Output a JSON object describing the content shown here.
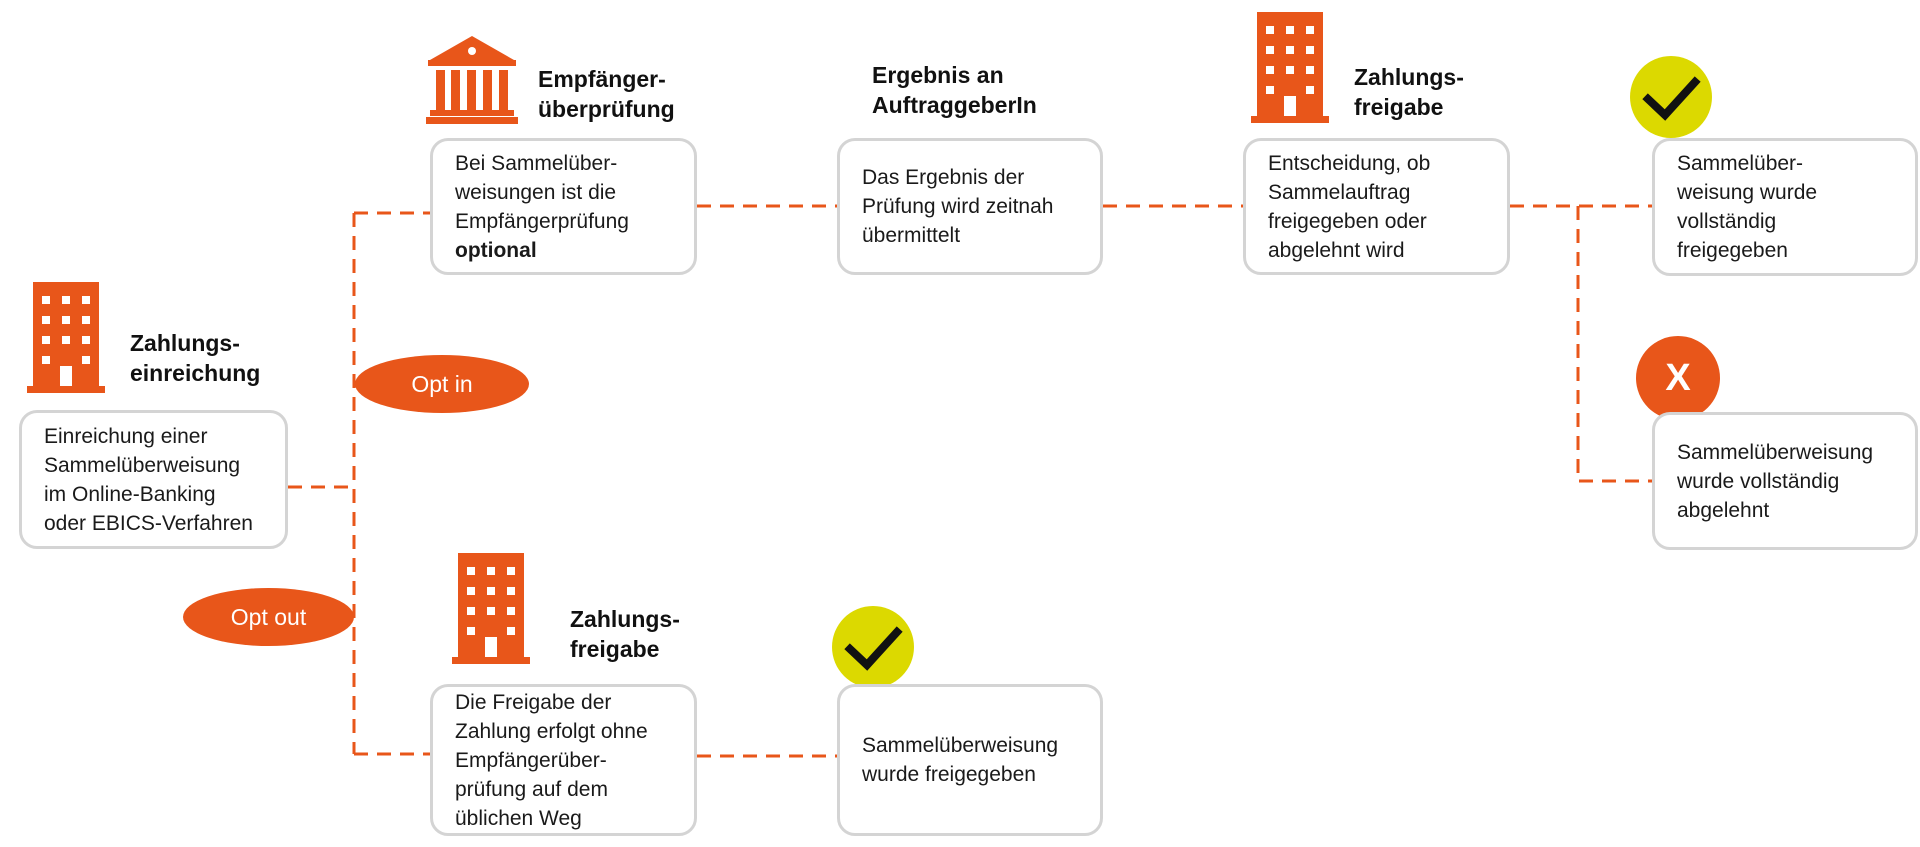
{
  "colors": {
    "accent": "#e8561a",
    "check": "#dcd900",
    "box_border": "#d4d4d4"
  },
  "start": {
    "title": "Zahlungs-\neinreichung",
    "text": "Einreichung einer\nSammelüberweisung\nim Online-Banking\noder EBICS-Verfahren",
    "icon": "office-building-icon"
  },
  "opt_in": {
    "label": "Opt in"
  },
  "opt_out": {
    "label": "Opt out"
  },
  "verification": {
    "title": "Empfänger-\nüberprüfung",
    "text_prefix": "Bei Sammelüber-\nweisungen ist die\nEmpfängerprüfung\n",
    "text_bold": "optional",
    "icon": "bank-icon"
  },
  "result": {
    "title": "Ergebnis an\nAuftraggeberIn",
    "text": "Das Ergebnis der\nPrüfung wird zeitnah\nübermittelt"
  },
  "approval_top": {
    "title": "Zahlungs-\nfreigabe",
    "text": "Entscheidung, ob\nSammelauftrag\nfreigegeben oder\nabgelehnt wird",
    "icon": "office-building-icon"
  },
  "approved_full": {
    "text": "Sammelüber-\nweisung wurde\nvollständig\nfreigegeben",
    "icon": "checkmark-icon"
  },
  "rejected_full": {
    "text": "Sammelüberweisung\nwurde vollständig\nabgelehnt",
    "icon": "reject-x-icon",
    "icon_label": "X"
  },
  "approval_bottom": {
    "title": "Zahlungs-\nfreigabe",
    "text": "Die Freigabe der\nZahlung erfolgt ohne\nEmpfängerüber-\nprüfung auf dem\nüblichen Weg",
    "icon": "office-building-icon"
  },
  "approved_simple": {
    "text": "Sammelüberweisung\nwurde freigegeben",
    "icon": "checkmark-icon"
  }
}
